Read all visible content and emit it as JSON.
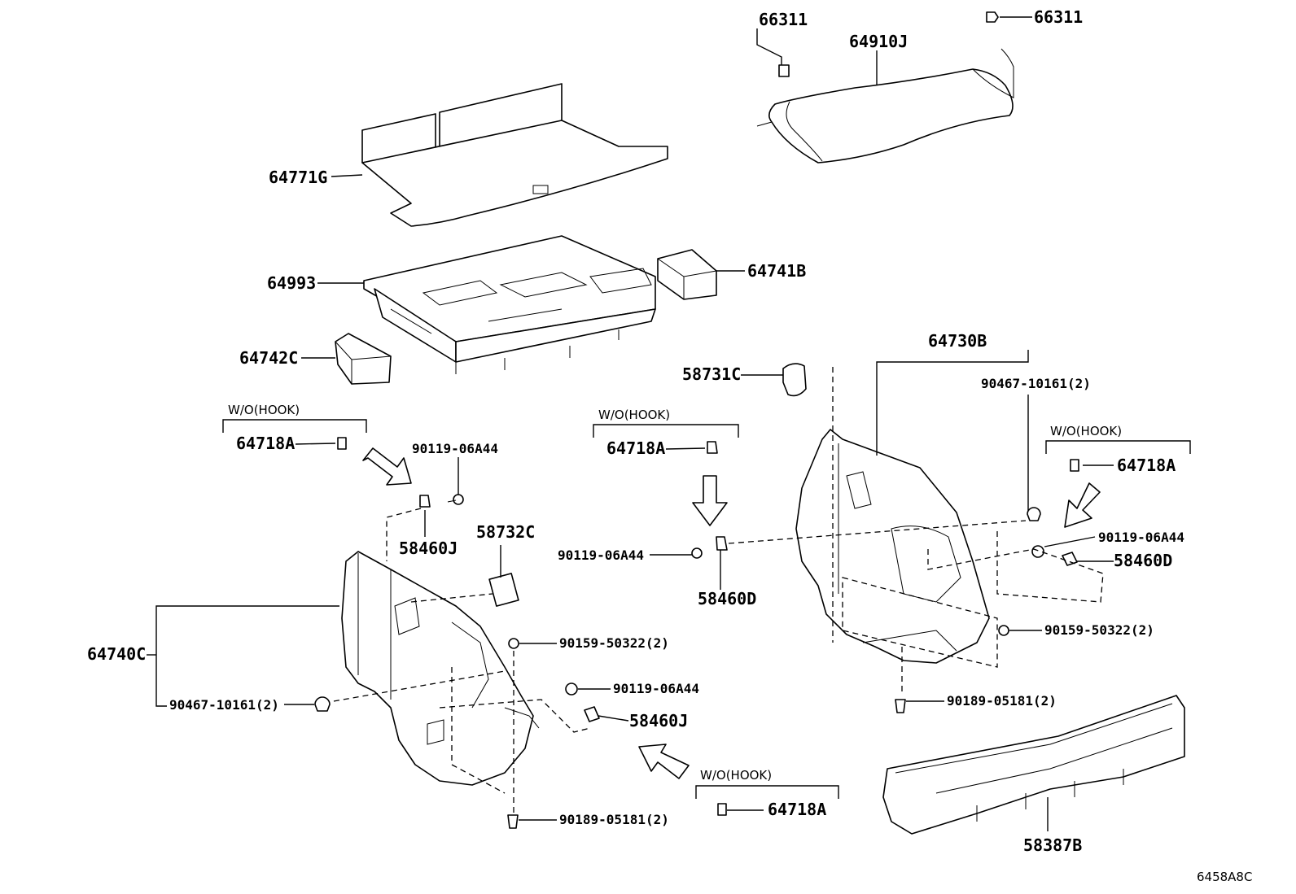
{
  "labels": {
    "p66311_a": "66311",
    "p66311_b": "66311",
    "p64910J": "64910J",
    "p64771G": "64771G",
    "p64993": "64993",
    "p64741B": "64741B",
    "p64742C": "64742C",
    "p58731C": "58731C",
    "p64730B": "64730B",
    "p90467_r": "90467-10161(2)",
    "p64718A_1": "64718A",
    "p90119_1": "90119-06A44",
    "p58460J_1": "58460J",
    "p58732C": "58732C",
    "p64718A_2": "64718A",
    "p90119_2": "90119-06A44",
    "p58460D_1": "58460D",
    "p64718A_3": "64718A",
    "p90119_3": "90119-06A44",
    "p58460D_2": "58460D",
    "p64740C": "64740C",
    "p90467_l": "90467-10161(2)",
    "p90159_1": "90159-50322(2)",
    "p90119_4": "90119-06A44",
    "p58460J_2": "58460J",
    "p90189_1": "90189-05181(2)",
    "p64718A_4": "64718A",
    "p90159_2": "90159-50322(2)",
    "p90189_2": "90189-05181(2)",
    "p58387B": "58387B"
  },
  "notes": {
    "wo_hook_1": "W/O(HOOK)",
    "wo_hook_2": "W/O(HOOK)",
    "wo_hook_3": "W/O(HOOK)",
    "wo_hook_4": "W/O(HOOK)"
  },
  "reference": "6458A8C"
}
